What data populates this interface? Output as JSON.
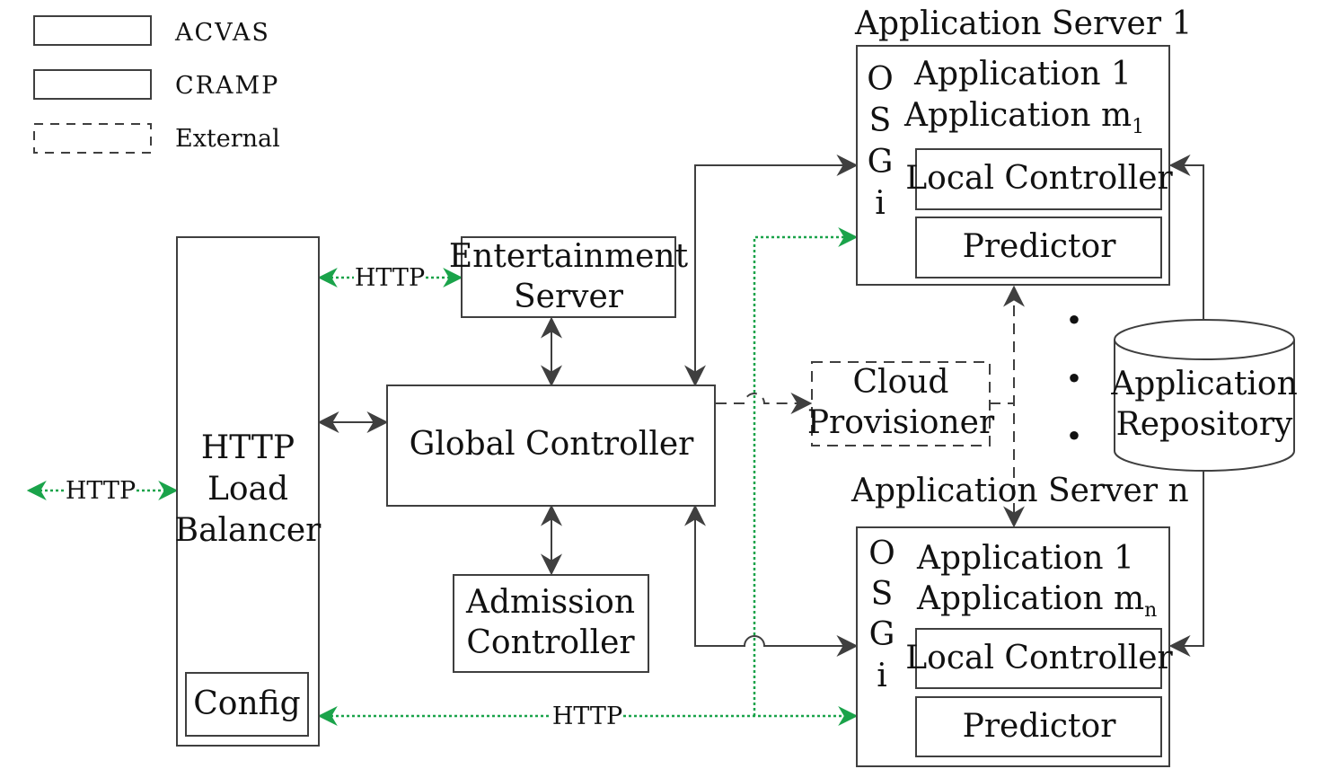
{
  "legend": {
    "items": [
      {
        "label": "ACVAS",
        "pattern": "dotted-blue"
      },
      {
        "label": "CRAMP",
        "pattern": "crosshatch-orange"
      },
      {
        "label": "External",
        "pattern": "dashed-outline"
      }
    ]
  },
  "colors": {
    "acvas_fill": "#e6eef7",
    "acvas_dot": "#a9c1dc",
    "cramp_hatch": "#f2b58e",
    "http_green": "#1aa34a",
    "line": "#3f3f3f"
  },
  "nodes": {
    "load_balancer": {
      "line1": "HTTP",
      "line2": "Load",
      "line3": "Balancer",
      "config": "Config"
    },
    "entertainment_server": {
      "line1": "Entertainment",
      "line2": "Server",
      "type": "ACVAS"
    },
    "global_controller": {
      "label": "Global Controller"
    },
    "admission_controller": {
      "line1": "Admission",
      "line2": "Controller",
      "type": "ACVAS"
    },
    "cloud_provisioner": {
      "line1": "Cloud",
      "line2": "Provisioner",
      "type": "External"
    },
    "app_repository": {
      "line1": "Application",
      "line2": "Repository"
    },
    "app_server_1": {
      "title": "Application Server 1",
      "osgi": [
        "O",
        "S",
        "G",
        "i"
      ],
      "app_first": "Application 1",
      "app_last": "Application m",
      "app_last_sub": "1",
      "local_controller": "Local Controller",
      "predictor": "Predictor"
    },
    "app_server_n": {
      "title": "Application Server n",
      "osgi": [
        "O",
        "S",
        "G",
        "i"
      ],
      "app_first": "Application 1",
      "app_last": "Application m",
      "app_last_sub": "n",
      "local_controller": "Local Controller",
      "predictor": "Predictor"
    },
    "ellipsis": "•"
  },
  "edges": {
    "http_client": "HTTP",
    "http_entertainment": "HTTP",
    "http_servers": "HTTP"
  }
}
